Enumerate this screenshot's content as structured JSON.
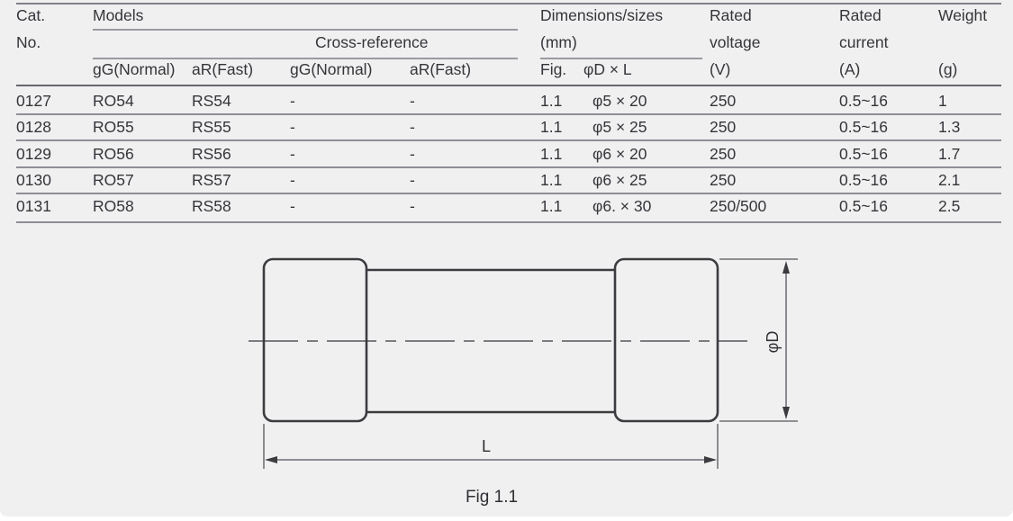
{
  "table": {
    "header": {
      "cat_line1": "Cat.",
      "cat_line2": "No.",
      "models": "Models",
      "cross_reference": "Cross-reference",
      "dimensions_line1": "Dimensions/sizes",
      "dimensions_line2": "(mm)",
      "voltage_line1": "Rated",
      "voltage_line2": "voltage",
      "voltage_unit": "(V)",
      "current_line1": "Rated",
      "current_line2": "current",
      "current_unit": "(A)",
      "weight_line1": "Weight",
      "weight_unit": "(g)",
      "sub": [
        "gG(Normal)",
        "aR(Fast)",
        "gG(Normal)",
        "aR(Fast)",
        "Fig.",
        "φD × L"
      ]
    },
    "rows": [
      {
        "cells": [
          "0127",
          "RO54",
          "RS54",
          "-",
          "-",
          "1.1",
          "φ5 × 20",
          "250",
          "0.5~16",
          "1"
        ]
      },
      {
        "cells": [
          "0128",
          "RO55",
          "RS55",
          "-",
          "-",
          "1.1",
          "φ5 × 25",
          "250",
          "0.5~16",
          "1.3"
        ]
      },
      {
        "cells": [
          "0129",
          "RO56",
          "RS56",
          "-",
          "-",
          "1.1",
          "φ6 × 20",
          "250",
          "0.5~16",
          "1.7"
        ]
      },
      {
        "cells": [
          "0130",
          "RO57",
          "RS57",
          "-",
          "-",
          "1.1",
          "φ6 × 25",
          "250",
          "0.5~16",
          "2.1"
        ]
      },
      {
        "cells": [
          "0131",
          "RO58",
          "RS58",
          "-",
          "-",
          "1.1",
          "φ6. × 30",
          "250/500",
          "0.5~16",
          "2.5"
        ]
      }
    ]
  },
  "figure": {
    "diameter_label": "φD",
    "length_label": "L",
    "caption": "Fig 1.1"
  },
  "colors": {
    "page_bg": "#f0f0f1",
    "text": "#35353a",
    "rule_light": "#9a9aa2",
    "rule_medium": "#8e8e96",
    "rule_dark": "#67676f",
    "drawing_stroke": "#3c3c40"
  }
}
